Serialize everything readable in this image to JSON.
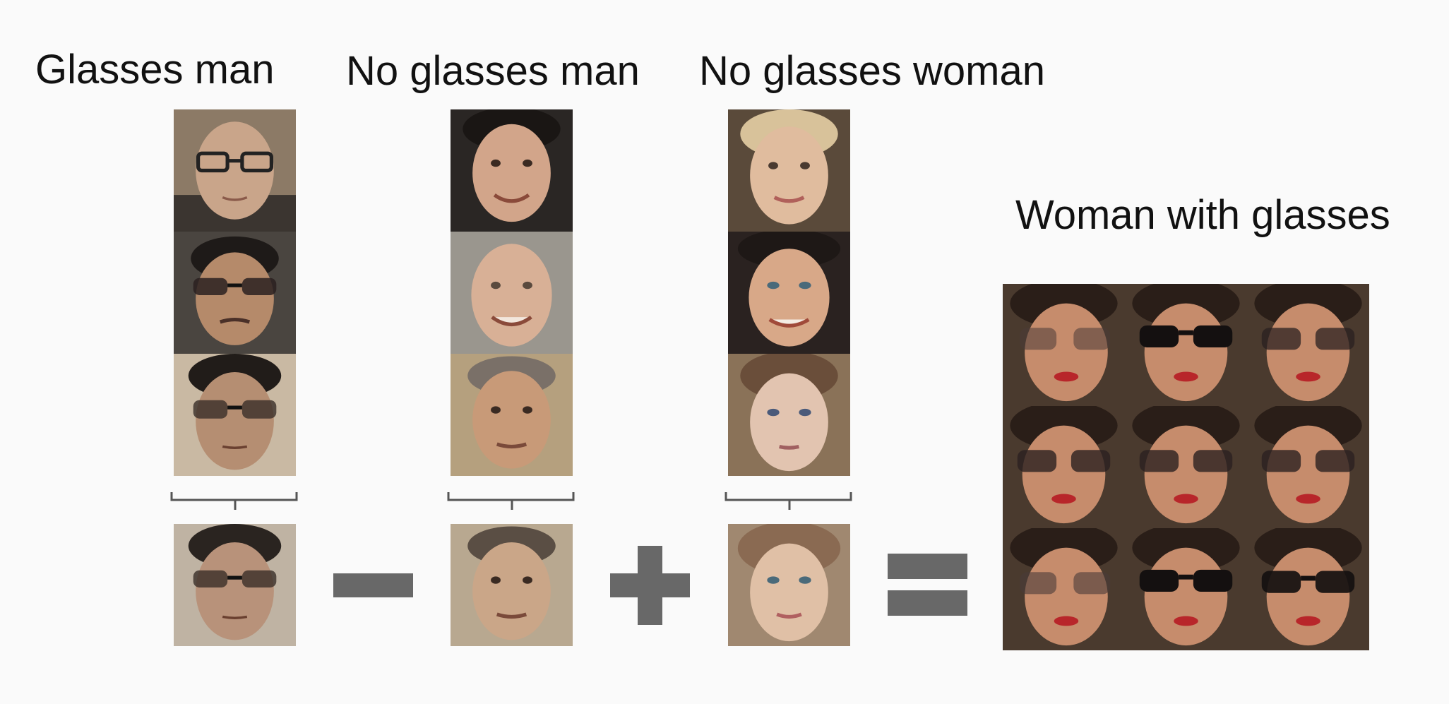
{
  "labels": {
    "glasses_man": "Glasses man",
    "no_glasses_man": "No glasses man",
    "no_glasses_woman": "No glasses woman",
    "woman_with_glasses": "Woman with glasses"
  },
  "operators": {
    "minus": "minus",
    "plus": "plus",
    "equals": "equals"
  },
  "colors": {
    "operator": "#686868",
    "brace": "#555555",
    "background": "#fafafa"
  }
}
